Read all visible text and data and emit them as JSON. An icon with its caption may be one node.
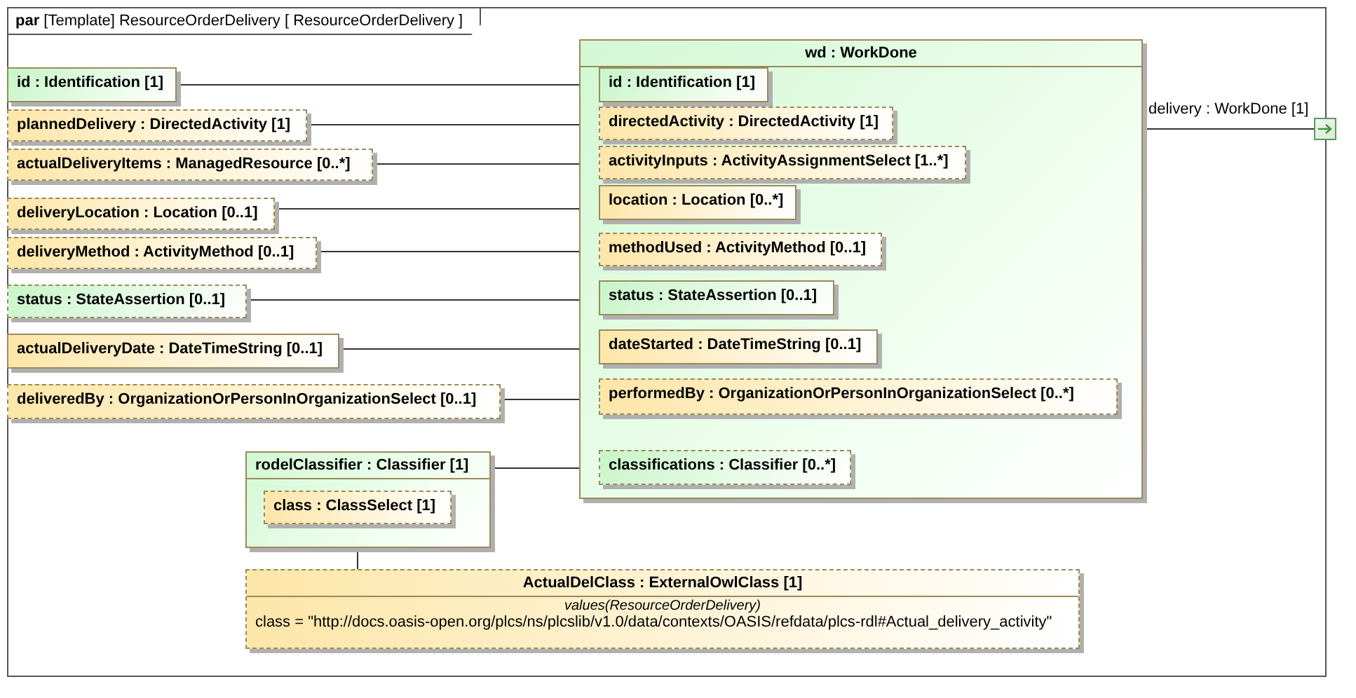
{
  "diagram": {
    "nodes": [
      {
        "text": [
          "**par** [Template] ResourceOrderDelivery [ ResourceOrderDelivery ]"
        ]
      },
      {
        "text": [
          "id : Identification [1]"
        ],
        "in": 0
      },
      {
        "text": [
          "plannedDelivery : DirectedActivity [1]"
        ],
        "in": 0
      },
      {
        "text": [
          "actualDeliveryItems : ManagedResource [0..*]"
        ],
        "in": 0
      },
      {
        "text": [
          "deliveryLocation : Location [0..1]"
        ],
        "in": 0
      },
      {
        "text": [
          "deliveryMethod : ActivityMethod [0..1]"
        ],
        "in": 0
      },
      {
        "text": [
          "status : StateAssertion [0..1]"
        ],
        "in": 0
      },
      {
        "text": [
          "actualDeliveryDate : DateTimeString [0..1]"
        ],
        "in": 0
      },
      {
        "text": [
          "deliveredBy : OrganizationOrPersonInOrganizationSelect [0..1]"
        ],
        "in": 0
      },
      {
        "text": [
          "wd : WorkDone"
        ],
        "in": 0
      },
      {
        "text": [
          "id : Identification [1]"
        ],
        "in": 9
      },
      {
        "text": [
          "directedActivity : DirectedActivity [1]"
        ],
        "in": 9
      },
      {
        "text": [
          "activityInputs : ActivityAssignmentSelect [1..*]"
        ],
        "in": 9
      },
      {
        "text": [
          "location : Location [0..*]"
        ],
        "in": 9
      },
      {
        "text": [
          "methodUsed : ActivityMethod [0..1]"
        ],
        "in": 9
      },
      {
        "text": [
          "status : StateAssertion [0..1]"
        ],
        "in": 9
      },
      {
        "text": [
          "dateStarted : DateTimeString [0..1]"
        ],
        "in": 9
      },
      {
        "text": [
          "performedBy : OrganizationOrPersonInOrganizationSelect [0..*]"
        ],
        "in": 9
      },
      {
        "text": [
          "classifications : Classifier [0..*]"
        ],
        "in": 9
      },
      {
        "text": [],
        "shape": "box",
        "beside": [
          "delivery : WorkDone [1]"
        ]
      },
      {
        "text": [
          "rodelClassifier : Classifier [1]"
        ],
        "in": 0
      },
      {
        "text": [
          "class : ClassSelect [1]"
        ],
        "in": 20
      },
      {
        "text": [
          "ActualDelClass : ExternalOwlClass [1]",
          "values(ResourceOrderDelivery)",
          "class = \"http://docs.oasis-open.org/plcs/ns/plcslib/v1.0/data/contexts/OASIS/refdata/plcs-rdl#Actual_delivery_activity\""
        ],
        "in": 0
      }
    ],
    "edges": [
      {
        "from": 1,
        "to": 10,
        "arrow": "none"
      },
      {
        "from": 2,
        "to": 11,
        "arrow": "none"
      },
      {
        "from": 3,
        "to": 12,
        "arrow": "none"
      },
      {
        "from": 4,
        "to": 13,
        "arrow": "none"
      },
      {
        "from": 5,
        "to": 14,
        "arrow": "none"
      },
      {
        "from": 6,
        "to": 15,
        "arrow": "none"
      },
      {
        "from": 7,
        "to": 16,
        "arrow": "none"
      },
      {
        "from": 8,
        "to": 17,
        "arrow": "none"
      },
      {
        "from": 9,
        "to": 19,
        "arrow": "none"
      },
      {
        "from": 20,
        "to": 18,
        "arrow": "none"
      },
      {
        "from": 21,
        "to": 22,
        "arrow": "none"
      }
    ]
  }
}
